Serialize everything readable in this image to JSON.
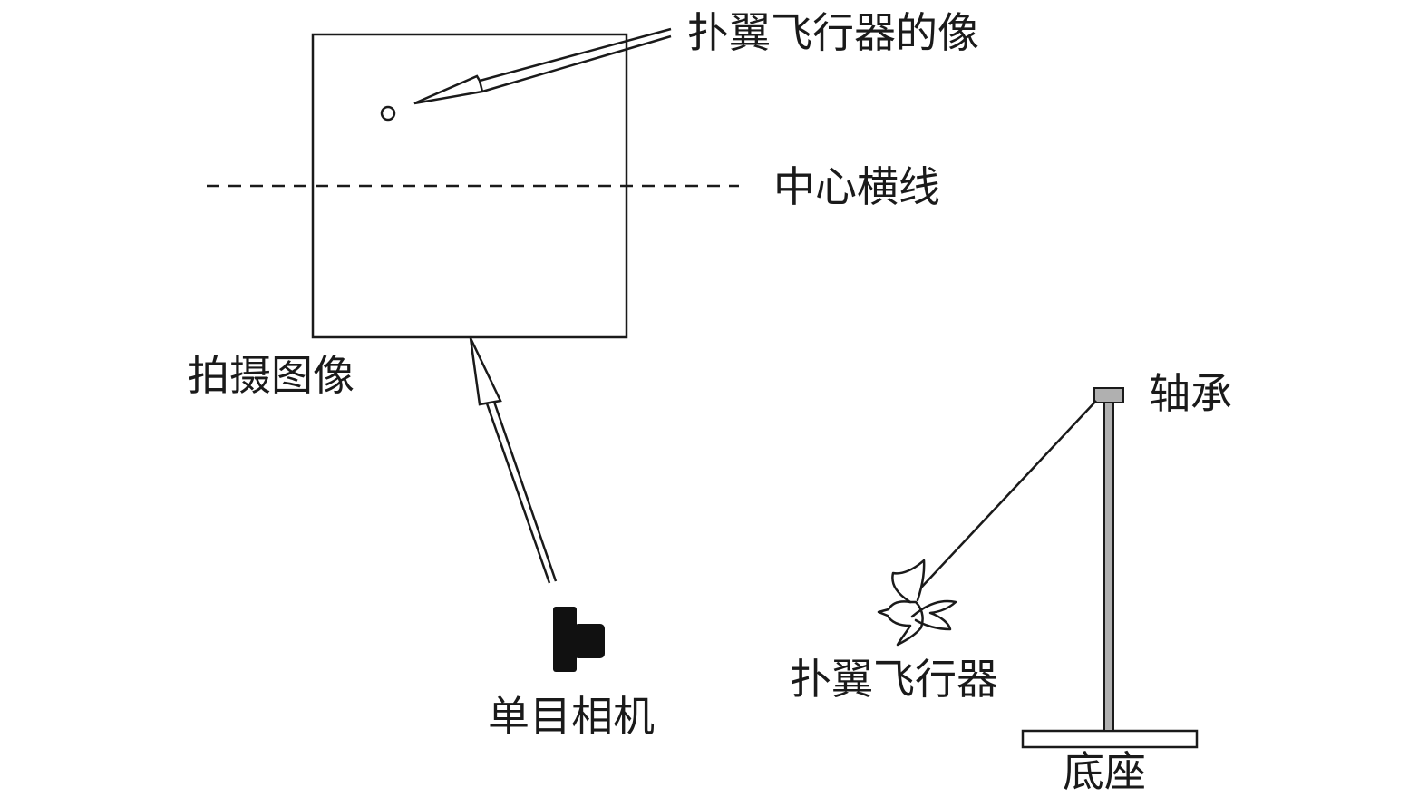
{
  "labels": {
    "flapping_image": "扑翼飞行器的像",
    "center_line": "中心横线",
    "captured_image": "拍摄图像",
    "bearing": "轴承",
    "mono_camera": "单目相机",
    "flapping_aircraft": "扑翼飞行器",
    "base": "底座"
  },
  "icons": {
    "camera": "camera-icon",
    "bird": "bird-icon"
  },
  "colors": {
    "stroke": "#1a1a1a",
    "rod_fill": "#b0b0b0",
    "camera_fill": "#111111",
    "background": "#ffffff"
  }
}
